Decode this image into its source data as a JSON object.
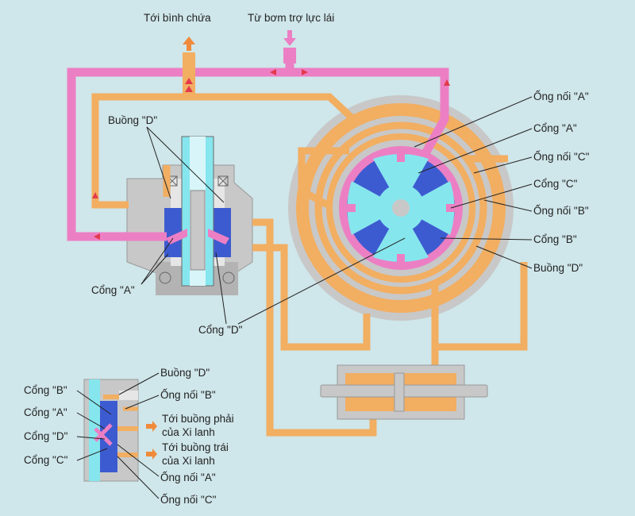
{
  "top": {
    "to_reservoir": "Tới bình chứa",
    "from_pump": "Từ bơm trợ lực lái"
  },
  "valve": {
    "chamber_d": "Buồng \"D\"",
    "port_a": "Cổng \"A\"",
    "port_d": "Cổng \"D\""
  },
  "rotor": {
    "pipe_a": "Ống nối \"A\"",
    "port_a": "Cổng \"A\"",
    "pipe_c": "Ống nối \"C\"",
    "port_c": "Cổng \"C\"",
    "pipe_b": "Ống nối \"B\"",
    "port_b": "Cổng \"B\"",
    "chamber_d": "Buồng \"D\""
  },
  "inset": {
    "chamber_d": "Buồng \"D\"",
    "pipe_b": "Ống nối \"B\"",
    "port_b": "Cổng \"B\"",
    "port_a": "Cổng \"A\"",
    "port_d": "Cổng \"D\"",
    "port_c": "Cổng \"C\"",
    "to_right_line1": "Tới buồng phải",
    "to_right_line2": "của Xi lanh",
    "to_left_line1": "Tới buồng trái",
    "to_left_line2": "của Xi lanh",
    "pipe_a": "Ống nối \"A\"",
    "pipe_c": "Ống nối \"C\""
  },
  "colors": {
    "background": "#cfe6ea",
    "high_pressure": "#ec7fc4",
    "return_line": "#f2ae61",
    "housing": "#c8c8c8",
    "housing_dark": "#a9a9a9",
    "chamber": "#3d5bd0",
    "spool": "#86e6ee",
    "arrow_return": "#f08a3a"
  }
}
